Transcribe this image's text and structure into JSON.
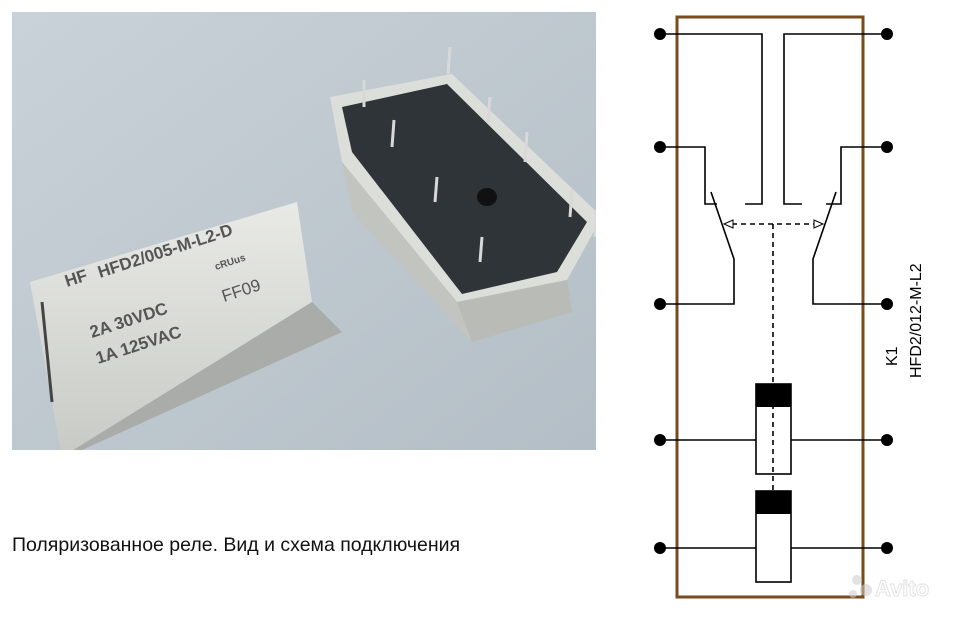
{
  "caption": "Поляризованное реле. Вид и схема подключения",
  "photo": {
    "relay_marking_model": "HFD2/005-M-L2-D",
    "relay_marking_line1": "2A 30VDC",
    "relay_marking_line2": "1A 125VAC",
    "relay_marking_code": "FF09",
    "relay_logo": "HF",
    "cert_mark": "cRUus"
  },
  "schematic": {
    "designator": "K1",
    "part_number": "HFD2/012-M-L2",
    "frame_color": "#7a4b1f"
  },
  "watermark": "Avito"
}
